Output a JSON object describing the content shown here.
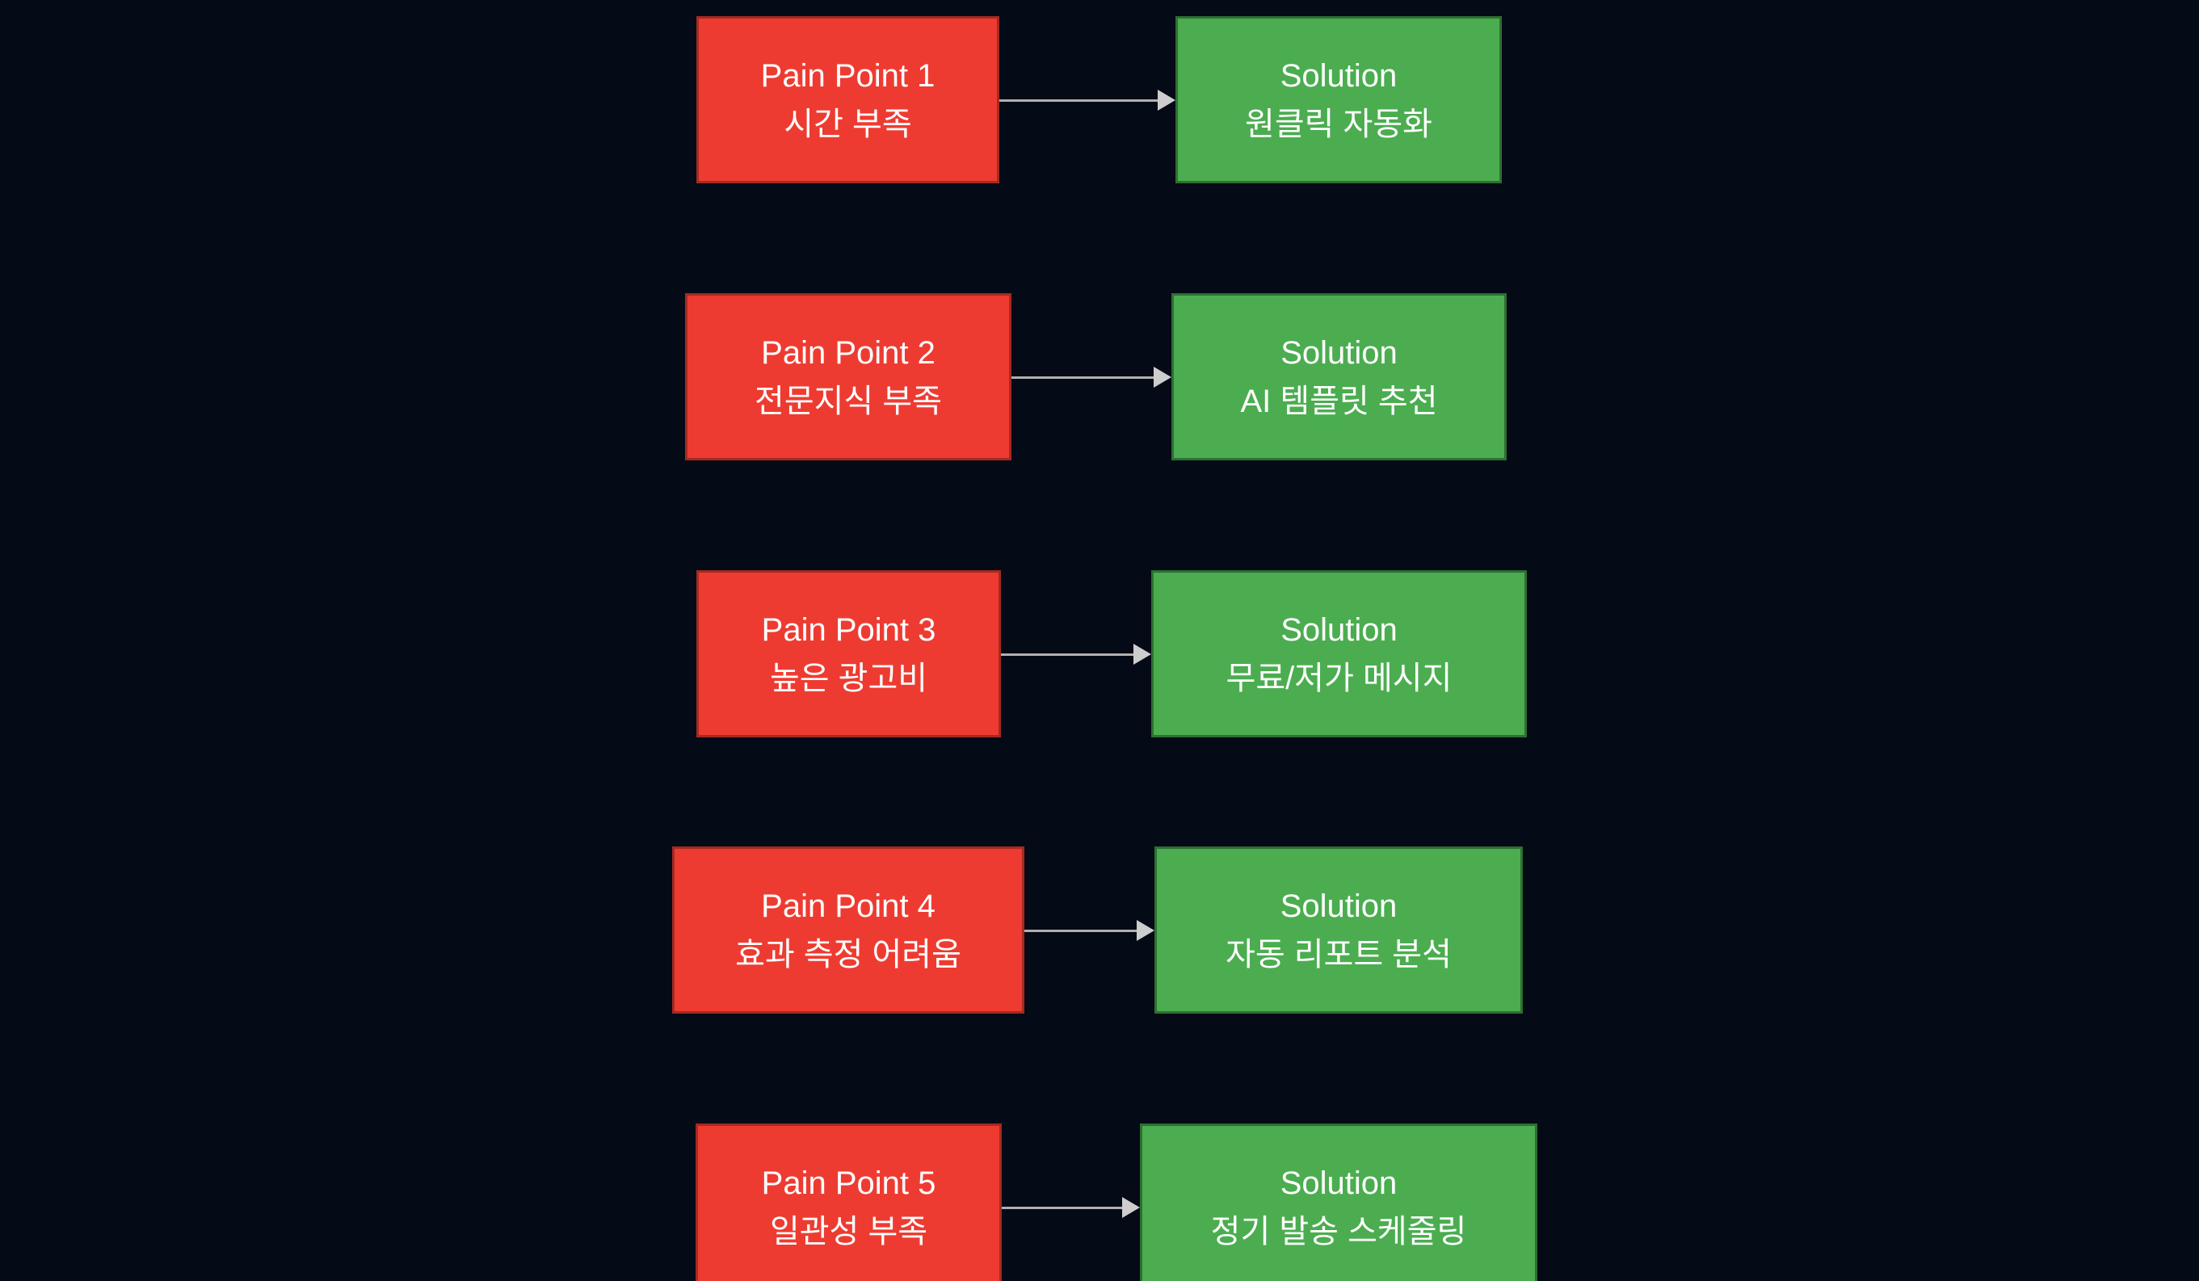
{
  "colors": {
    "background": "#040a16",
    "pain_box": "#ee3b31",
    "pain_box_border": "#a52a21",
    "solution_box": "#4bad50",
    "solution_box_border": "#2e6f33",
    "arrow": "#b0b0b0",
    "arrow_head": "#cdcdcd",
    "text": "#ffffff"
  },
  "rows": [
    {
      "pain": {
        "title": "Pain Point 1",
        "subtitle": "시간 부족"
      },
      "solution": {
        "title": "Solution",
        "subtitle": "원클릭 자동화"
      }
    },
    {
      "pain": {
        "title": "Pain Point 2",
        "subtitle": "전문지식 부족"
      },
      "solution": {
        "title": "Solution",
        "subtitle": "AI 템플릿 추천"
      }
    },
    {
      "pain": {
        "title": "Pain Point 3",
        "subtitle": "높은 광고비"
      },
      "solution": {
        "title": "Solution",
        "subtitle": "무료/저가 메시지"
      }
    },
    {
      "pain": {
        "title": "Pain Point 4",
        "subtitle": "효과 측정 어려움"
      },
      "solution": {
        "title": "Solution",
        "subtitle": "자동 리포트 분석"
      }
    },
    {
      "pain": {
        "title": "Pain Point 5",
        "subtitle": "일관성 부족"
      },
      "solution": {
        "title": "Solution",
        "subtitle": "정기 발송 스케줄링"
      }
    }
  ]
}
